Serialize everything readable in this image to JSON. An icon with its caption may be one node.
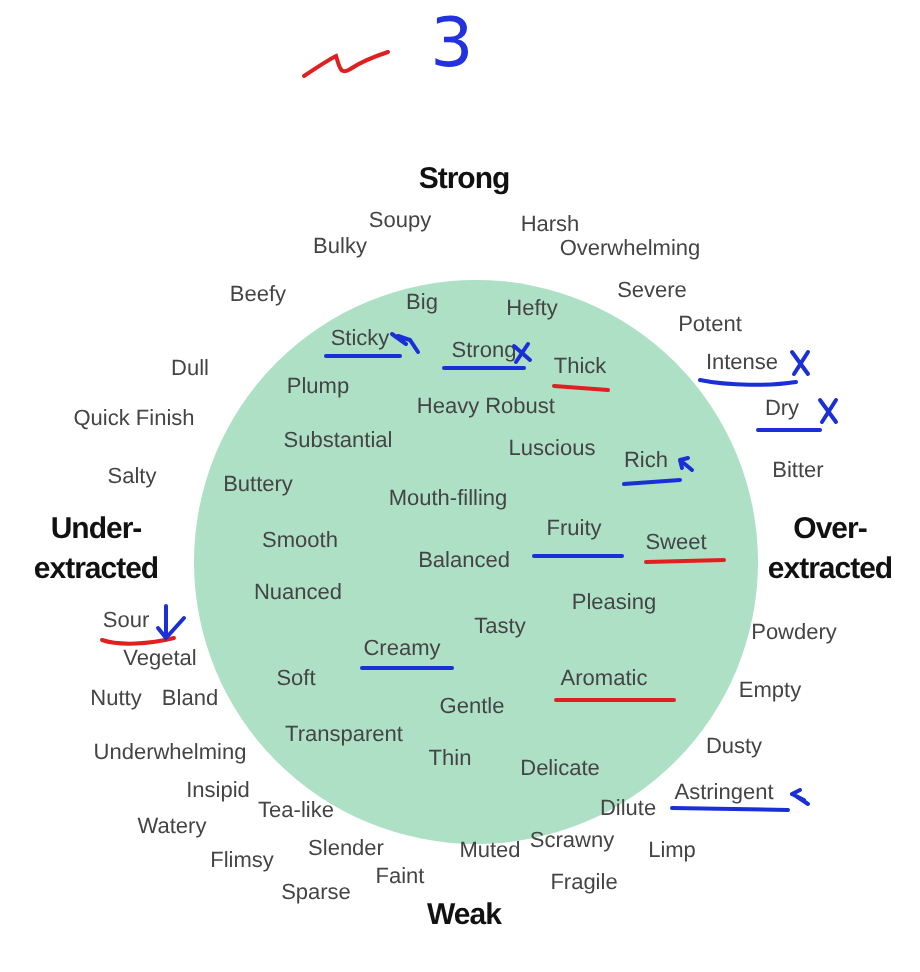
{
  "diagram": {
    "nodes": [
      {
        "text": [
          "Big",
          "Hefty",
          "Sticky",
          "Strong",
          "Thick",
          "Plump",
          "Heavy",
          "Robust",
          "Substantial",
          "Luscious",
          "Rich",
          "Buttery",
          "Mouth-filling",
          "Smooth",
          "Fruity",
          "Sweet",
          "Balanced",
          "Nuanced",
          "Pleasing",
          "Tasty",
          "Creamy",
          "Aromatic",
          "Soft",
          "Gentle",
          "Transparent",
          "Thin",
          "Delicate"
        ]
      }
    ],
    "labels": [
      "3",
      "Strong",
      "Soupy",
      "Harsh",
      "Bulky",
      "Overwhelming",
      "Severe",
      "Beefy",
      "Potent",
      "Intense",
      "Dull",
      "Dry",
      "Quick Finish",
      "Salty",
      "Bitter",
      "Under-extracted",
      "Over-extracted",
      "Sour",
      "Powdery",
      "Vegetal",
      "Nutty",
      "Bland",
      "Empty",
      "Underwhelming",
      "Dusty",
      "Insipid",
      "Astringent",
      "Dilute",
      "Tea-like",
      "Watery",
      "Scrawny",
      "Slender",
      "Muted",
      "Limp",
      "Flimsy",
      "Faint",
      "Fragile",
      "Sparse",
      "Weak"
    ]
  }
}
